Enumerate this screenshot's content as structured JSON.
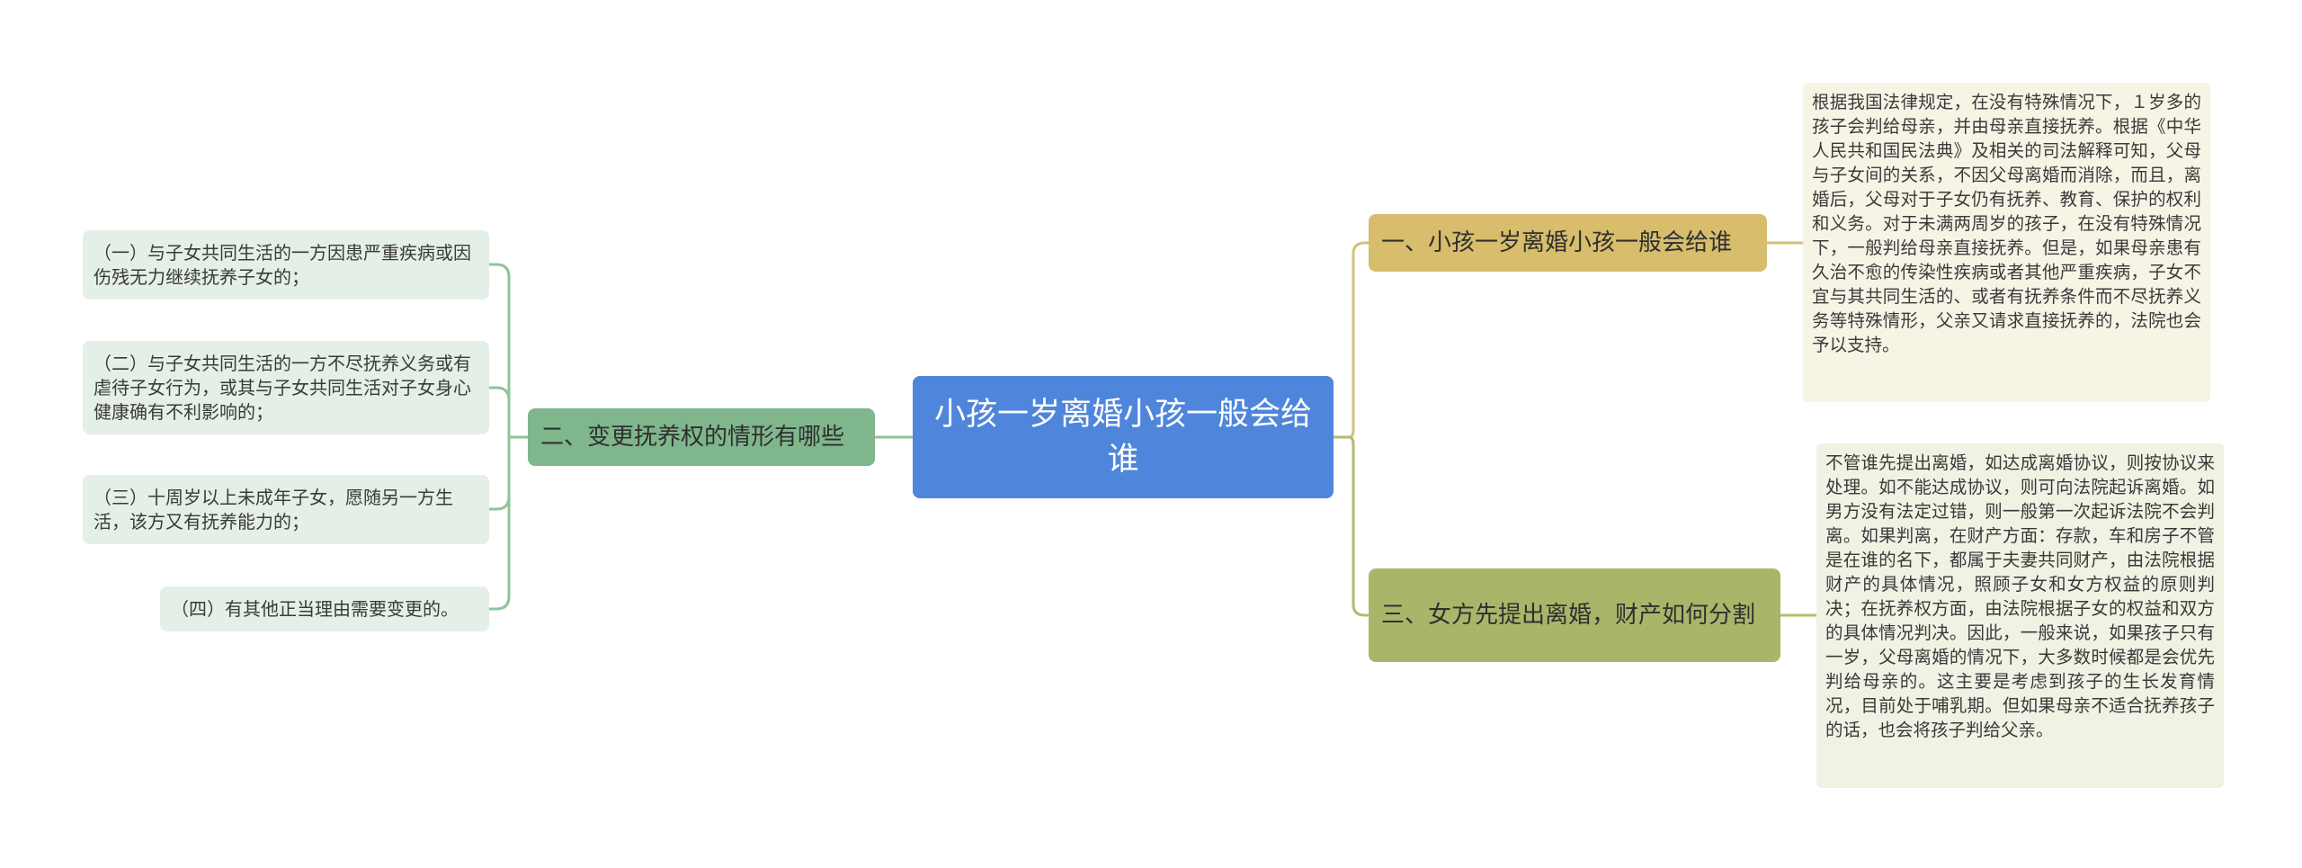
{
  "root": {
    "label": "小孩一岁离婚小孩一般会给谁"
  },
  "branches": [
    {
      "label": "一、小孩一岁离婚小孩一般会给谁",
      "color": "#d7bd6c",
      "detail": "根据我国法律规定，在没有特殊情况下，１岁多的孩子会判给母亲，并由母亲直接抚养。根据《中华人民共和国民法典》及相关的司法解释可知，父母与子女间的关系，不因父母离婚而消除，而且，离婚后，父母对于子女仍有抚养、教育、保护的权利和义务。对于未满两周岁的孩子，在没有特殊情况下，一般判给母亲直接抚养。但是，如果母亲患有久治不愈的传染性疾病或者其他严重疾病，子女不宜与其共同生活的、或者有抚养条件而不尽抚养义务等特殊情形，父亲又请求直接抚养的，法院也会予以支持。"
    },
    {
      "label": "二、变更抚养权的情形有哪些",
      "color": "#7fb68c",
      "items": [
        "（一）与子女共同生活的一方因患严重疾病或因伤残无力继续抚养子女的；",
        "（二）与子女共同生活的一方不尽抚养义务或有虐待子女行为，或其与子女共同生活对子女身心健康确有不利影响的；",
        "（三）十周岁以上未成年子女，愿随另一方生活，该方又有抚养能力的；",
        "（四）有其他正当理由需要变更的。"
      ]
    },
    {
      "label": "三、女方先提出离婚，财产如何分割",
      "color": "#abb56a",
      "detail": "不管谁先提出离婚，如达成离婚协议，则按协议来处理。如不能达成协议，则可向法院起诉离婚。如男方没有法定过错，则一般第一次起诉法院不会判离。如果判离，在财产方面：存款，车和房子不管是在谁的名下，都属于夫妻共同财产，由法院根据财产的具体情况，照顾子女和女方权益的原则判决；在抚养权方面，由法院根据子女的权益和双方的具体情况判决。因此，一般来说，如果孩子只有一岁，父母离婚的情况下，大多数时候都是会优先判给母亲的。这主要是考虑到孩子的生长发育情况，目前处于哺乳期。但如果母亲不适合抚养孩子的话，也会将孩子判给父亲。"
    }
  ],
  "colors": {
    "root": "#4f86db",
    "link_gold": "#d4c27a",
    "link_green": "#8fc39b",
    "link_olive": "#b3bb6e"
  }
}
